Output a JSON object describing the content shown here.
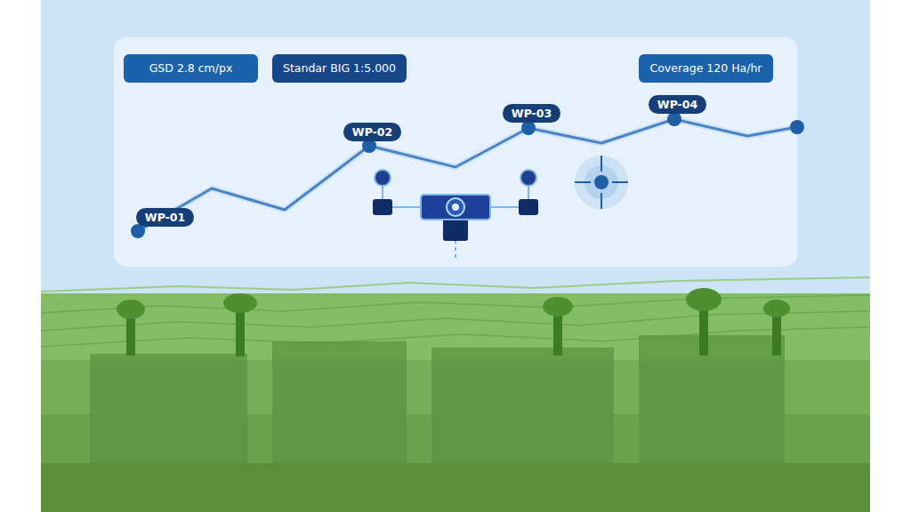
{
  "diagram": {
    "nodes": [
      {
        "text": [
          "GSD 2.8 cm/px"
        ]
      },
      {
        "text": [
          "Standar BIG 1:5.000"
        ]
      },
      {
        "text": [
          "Coverage 120 Ha/hr"
        ]
      },
      {
        "text": [
          "WP-01"
        ]
      },
      {
        "text": [
          "WP-02"
        ]
      },
      {
        "text": [
          "WP-03"
        ]
      },
      {
        "text": [
          "WP-04"
        ]
      }
    ]
  }
}
